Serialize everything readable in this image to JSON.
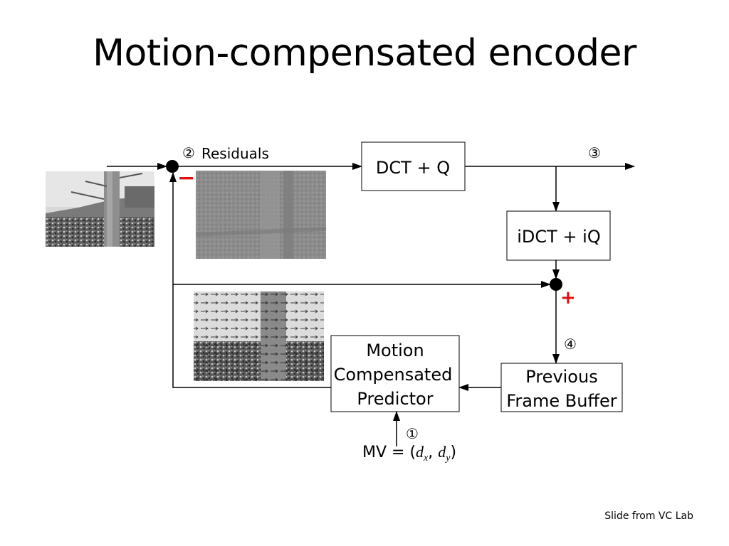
{
  "slide": {
    "title": "Motion-compensated encoder",
    "footer": "Slide from VC Lab"
  },
  "diagram": {
    "blocks": {
      "dct_q": "DCT + Q",
      "idct_iq": "iDCT + iQ",
      "mcp_line1": "Motion",
      "mcp_line2": "Compensated",
      "mcp_line3": "Predictor",
      "pfb_line1": "Previous",
      "pfb_line2": "Frame Buffer"
    },
    "labels": {
      "residuals": "Residuals",
      "minus_sign": "−",
      "plus_sign": "+",
      "mv_prefix": "MV = (",
      "mv_dx_d": "d",
      "mv_dx_sub": "x",
      "mv_sep": ", ",
      "mv_dy_d": "d",
      "mv_dy_sub": "y",
      "mv_suffix": ")"
    },
    "step_markers": {
      "step1": "①",
      "step2": "②",
      "step3": "③",
      "step4": "④"
    },
    "images": {
      "input_frame": "input-frame-image",
      "residual_frame": "residual-image",
      "motion_field": "motion-vector-field-image"
    },
    "colors": {
      "sign": "#e01010",
      "line": "#000000",
      "residual_gray": "#8a8a8a"
    }
  }
}
